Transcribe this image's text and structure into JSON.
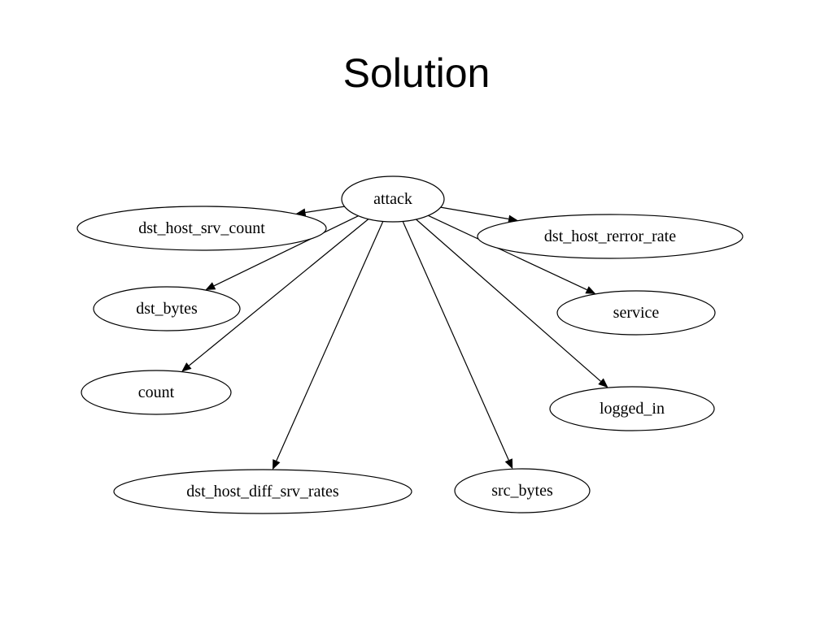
{
  "slide": {
    "title": "Solution"
  },
  "diagram": {
    "nodes": [
      {
        "id": "attack",
        "label": "attack"
      },
      {
        "id": "dst_host_srv_count",
        "label": "dst_host_srv_count"
      },
      {
        "id": "dst_host_rerror_rate",
        "label": "dst_host_rerror_rate"
      },
      {
        "id": "dst_bytes",
        "label": "dst_bytes"
      },
      {
        "id": "service",
        "label": "service"
      },
      {
        "id": "count",
        "label": "count"
      },
      {
        "id": "logged_in",
        "label": "logged_in"
      },
      {
        "id": "dst_host_diff_srv_rates",
        "label": "dst_host_diff_srv_rates"
      },
      {
        "id": "src_bytes",
        "label": "src_bytes"
      }
    ],
    "edges": [
      {
        "from": "attack",
        "to": "dst_host_srv_count"
      },
      {
        "from": "attack",
        "to": "dst_host_rerror_rate"
      },
      {
        "from": "attack",
        "to": "dst_bytes"
      },
      {
        "from": "attack",
        "to": "service"
      },
      {
        "from": "attack",
        "to": "count"
      },
      {
        "from": "attack",
        "to": "logged_in"
      },
      {
        "from": "attack",
        "to": "dst_host_diff_srv_rates"
      },
      {
        "from": "attack",
        "to": "src_bytes"
      }
    ]
  }
}
